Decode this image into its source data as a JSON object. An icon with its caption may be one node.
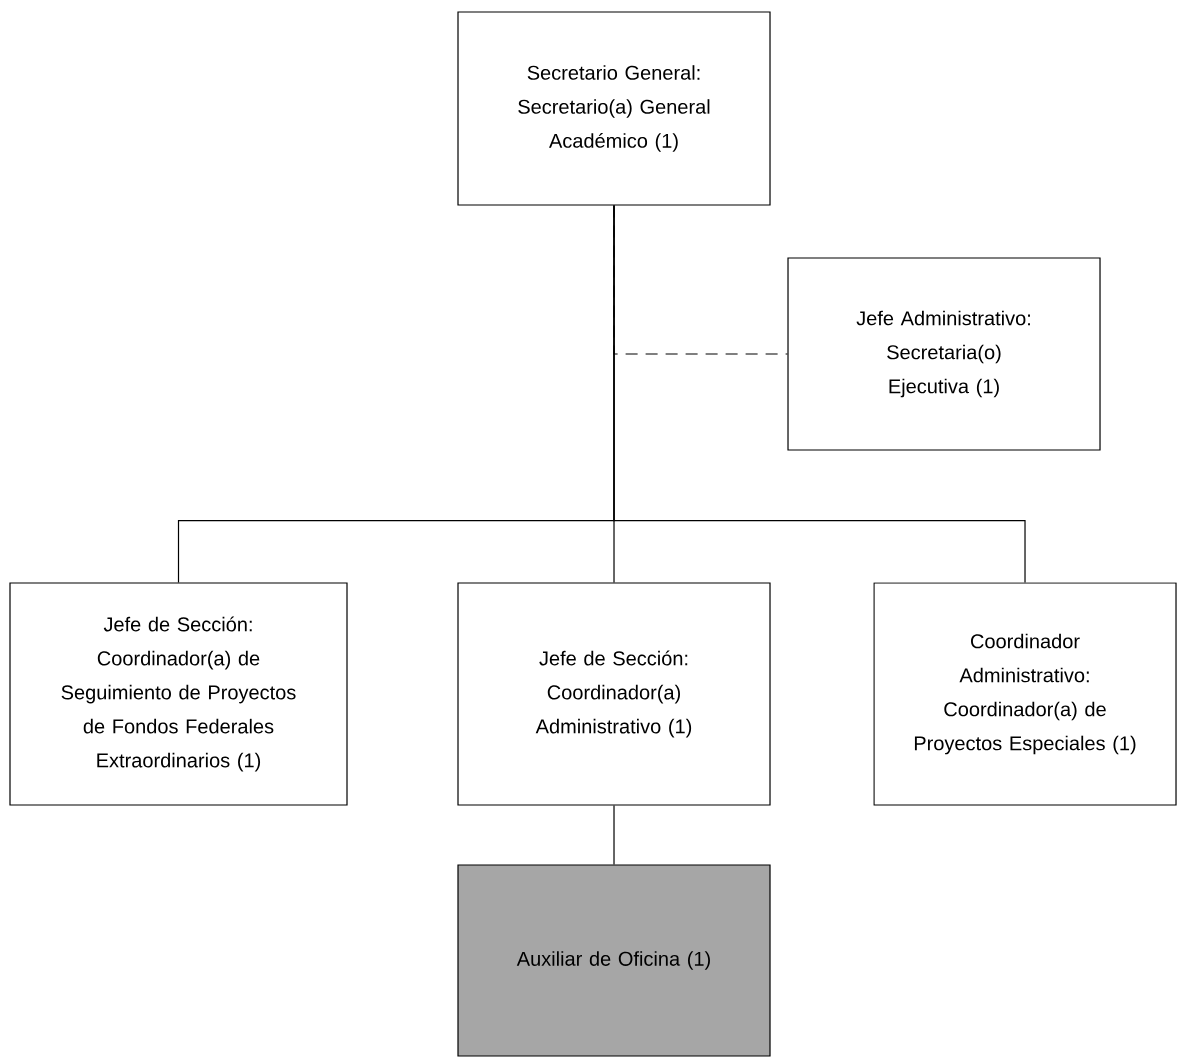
{
  "diagram": {
    "nodes": [
      {
        "text": [
          "Secretario General: Secretario(a) General Académico (1)"
        ]
      },
      {
        "text": [
          "Jefe Administrativo: Secretaria(o) Ejecutiva (1)"
        ]
      },
      {
        "text": [
          "Jefe de Sección: Coordinador(a) de Seguimiento de Proyectos de Fondos Federales Extraordinarios (1)"
        ]
      },
      {
        "text": [
          "Jefe de Sección: Coordinador(a) Administrativo (1)"
        ]
      },
      {
        "text": [
          "Coordinador Administrativo: Coordinador(a) de Proyectos Especiales (1)"
        ]
      },
      {
        "text": [
          "Auxiliar de Oficina (1)"
        ]
      }
    ],
    "edges": [
      {
        "from": 0,
        "to": 1,
        "arrow": "none",
        "style": "dashed"
      },
      {
        "from": 0,
        "to": 2,
        "arrow": "none"
      },
      {
        "from": 0,
        "to": 3,
        "arrow": "none"
      },
      {
        "from": 0,
        "to": 4,
        "arrow": "none"
      },
      {
        "from": 3,
        "to": 5,
        "arrow": "none"
      }
    ]
  }
}
